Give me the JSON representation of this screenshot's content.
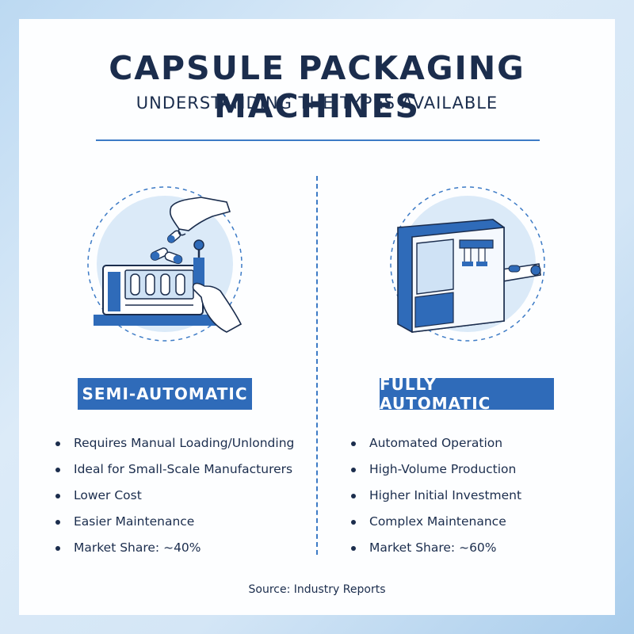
{
  "header": {
    "title": "CAPSULE PACKAGING MACHINES",
    "subtitle": "UNDERSTANDING THE TYPES AVAILABLE"
  },
  "columns": [
    {
      "label": "SEMI-AUTOMATIC",
      "illustration_icon": "semi-automatic-capsule-machine-icon",
      "features": [
        "Requires Manual Loading/Unlonding",
        "Ideal for Small-Scale Manufacturers",
        "Lower Cost",
        "Easier Maintenance",
        "Market Share: ~40%"
      ]
    },
    {
      "label": "FULLY AUTOMATIC",
      "illustration_icon": "fully-automatic-capsule-machine-icon",
      "features": [
        "Automated Operation",
        "High-Volume Production",
        "Higher Initial Investment",
        "Complex Maintenance",
        "Market Share: ~60%"
      ]
    }
  ],
  "footer": {
    "source": "Source: Industry Reports"
  },
  "colors": {
    "primary_blue": "#2f6bb9",
    "dark_navy": "#1b2d4d",
    "light_blue_circle": "#dbeaf8",
    "background": "#c7dff4"
  }
}
